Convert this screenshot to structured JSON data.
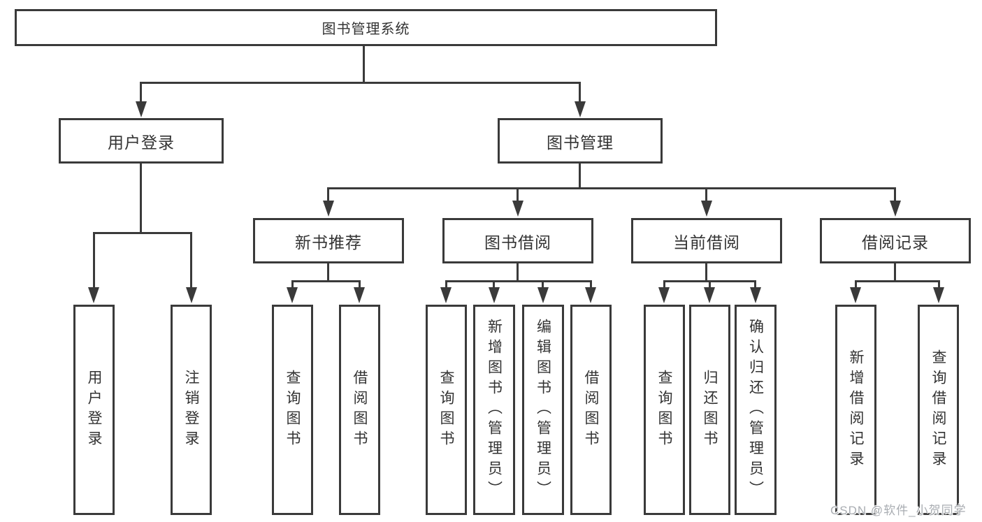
{
  "diagram": {
    "root": {
      "label": "图书管理系统"
    },
    "level2": [
      {
        "label": "用户登录"
      },
      {
        "label": "图书管理"
      }
    ],
    "level3": [
      {
        "label": "新书推荐",
        "parent": "图书管理"
      },
      {
        "label": "图书借阅",
        "parent": "图书管理"
      },
      {
        "label": "当前借阅",
        "parent": "图书管理"
      },
      {
        "label": "借阅记录",
        "parent": "图书管理"
      }
    ],
    "leaves": [
      {
        "label": "用户登录",
        "parent": "用户登录"
      },
      {
        "label": "注销登录",
        "parent": "用户登录"
      },
      {
        "label": "查询图书",
        "parent": "新书推荐"
      },
      {
        "label": "借阅图书",
        "parent": "新书推荐"
      },
      {
        "label": "查询图书",
        "parent": "图书借阅"
      },
      {
        "label": "新增图书（管理员）",
        "parent": "图书借阅"
      },
      {
        "label": "编辑图书（管理员）",
        "parent": "图书借阅"
      },
      {
        "label": "借阅图书",
        "parent": "图书借阅"
      },
      {
        "label": "查询图书",
        "parent": "当前借阅"
      },
      {
        "label": "归还图书",
        "parent": "当前借阅"
      },
      {
        "label": "确认归还（管理员）",
        "parent": "当前借阅"
      },
      {
        "label": "新增借阅记录",
        "parent": "借阅记录"
      },
      {
        "label": "查询借阅记录",
        "parent": "借阅记录"
      }
    ],
    "colors": {
      "line": "#3a3a3a",
      "text": "#333333",
      "background": "#ffffff"
    }
  },
  "watermark": {
    "text": "CSDN @软件_小贺同学",
    "color": "#a9adb2"
  }
}
